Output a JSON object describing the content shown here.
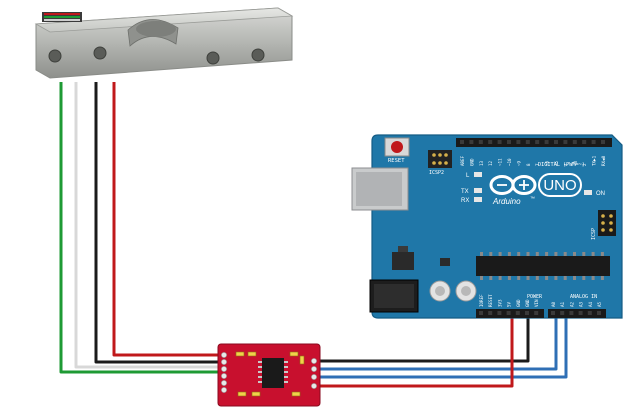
{
  "diagram": {
    "components": {
      "load_cell": {
        "name": "load-cell"
      },
      "hx711": {
        "name": "hx711-amplifier"
      },
      "arduino": {
        "board_name": "UNO",
        "brand": "Arduino",
        "trademark": "™",
        "reset_label": "RESET",
        "icsp2_label": "ICSP2",
        "icsp_label": "ICSP",
        "led_l": "L",
        "led_tx": "TX",
        "led_rx": "RX",
        "on_label": "ON",
        "digital_label": "DIGITAL (PWM=~)",
        "analog_label": "ANALOG IN",
        "power_label": "POWER",
        "digital_pins": [
          "AREF",
          "GND",
          "13",
          "12",
          "~11",
          "~10",
          "~9",
          "8",
          "7",
          "~6",
          "~5",
          "4",
          "~3",
          "2",
          "TX▶1",
          "RX◀0"
        ],
        "power_pins": [
          "IOREF",
          "RESET",
          "3V3",
          "5V",
          "GND",
          "GND",
          "VIN"
        ],
        "analog_pins": [
          "A0",
          "A1",
          "A2",
          "A3",
          "A4",
          "A5"
        ]
      }
    },
    "wire_colors": {
      "red": "#c0181b",
      "black": "#1b1b1b",
      "white": "#f4f4f4",
      "green": "#1e9a34",
      "blue": "#2f6fb5"
    },
    "colors": {
      "board": "#1f77a8",
      "hx711_board": "#c8102e",
      "load_cell": "#b4b6b3"
    }
  }
}
